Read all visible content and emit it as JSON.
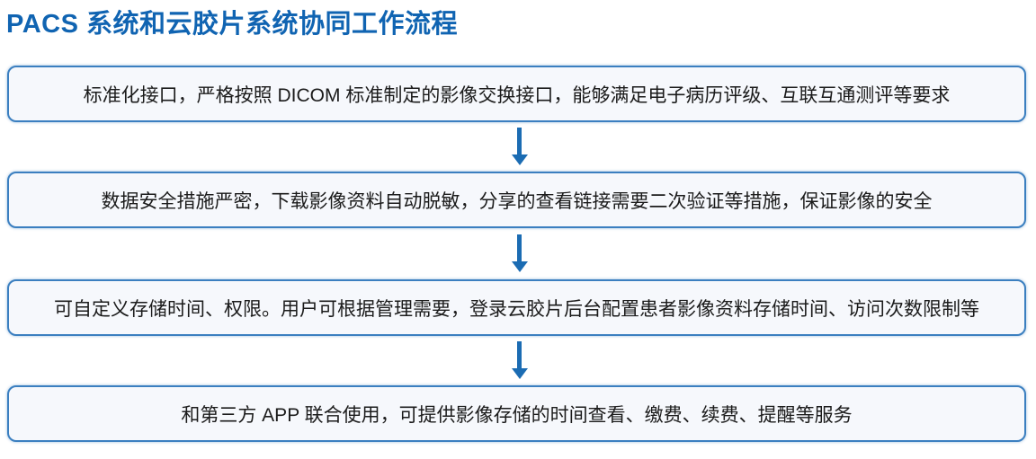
{
  "title": "PACS 系统和云胶片系统协同工作流程",
  "flow": {
    "steps": [
      {
        "text": "标准化接口，严格按照 DICOM 标准制定的影像交换接口，能够满足电子病历评级、互联互通测评等要求"
      },
      {
        "text": "数据安全措施严密，下载影像资料自动脱敏，分享的查看链接需要二次验证等措施，保证影像的安全"
      },
      {
        "text": "可自定义存储时间、权限。用户可根据管理需要，登录云胶片后台配置患者影像资料存储时间、访问次数限制等"
      },
      {
        "text": "和第三方 APP 联合使用，可提供影像存储的时间查看、缴费、续费、提醒等服务"
      }
    ],
    "connector": "down-arrow"
  },
  "colors": {
    "title_blue": "#1064b2",
    "box_border_blue": "#3b7fc0",
    "box_fill": "#f6f8fc",
    "arrow_blue": "#1b6cb3",
    "body_text": "#1b1b1b",
    "background": "#ffffff"
  }
}
